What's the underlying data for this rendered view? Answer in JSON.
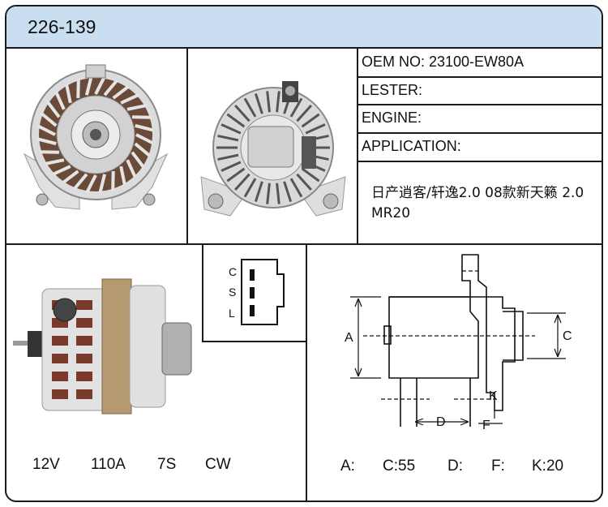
{
  "part_number": "226-139",
  "info": {
    "oem": "OEM NO: 23100-EW80A",
    "lester": "LESTER:",
    "engine": "ENGINE:",
    "application": "APPLICATION:"
  },
  "application_text": "日产逍客/轩逸2.0 08款新天籁 2.0 MR20",
  "specs": [
    "12V",
    "110A",
    "7S",
    "CW"
  ],
  "connector_pins": [
    "C",
    "S",
    "L"
  ],
  "dimension_labels": {
    "a": "A",
    "c": "C",
    "d": "D",
    "f": "F",
    "k": "K"
  },
  "dimensions": [
    "A:",
    "C:55",
    "D:",
    "F:",
    "K:20"
  ]
}
